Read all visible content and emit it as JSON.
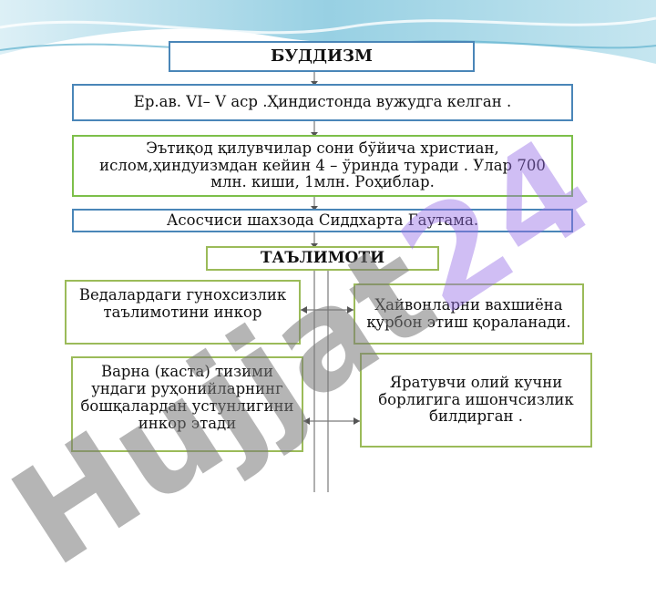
{
  "title": "БУДДИЗМ",
  "boxes": {
    "origin": "Ер.ав. VI– V  аср .Ҳиндистонда вужудга келган .",
    "followers": "Эътиқод қилувчилар сони бўйича христиан, ислом,ҳиндуизмдан кейин 4 – ўринда туради . Улар 700 млн. киши, 1млн. Роҳиблар.",
    "founder": "Асосчиси шахзода   Сиддхарта  Гаутама.",
    "teachings_title": "ТАЪЛИМОТИ",
    "left_top": "Ведалардаги гунохсизлик таълимотини инкор",
    "left_bottom": "Варна (каста) тизими ундаги руҳонийларнинг бошқалардан устунлигини инкор этади",
    "right_top": "Ҳайвонларни вахшиёна қурбон этиш қораланади.",
    "right_bottom": "Яратувчи олий кучни борлигига ишончсизлик билдирган ."
  },
  "watermark": {
    "prefix": "Hujjat",
    "suffix": "24"
  },
  "colors": {
    "blue_border": "#4a86b8",
    "green_border": "#7dbf4a",
    "swoosh": "#7fc3d9"
  }
}
